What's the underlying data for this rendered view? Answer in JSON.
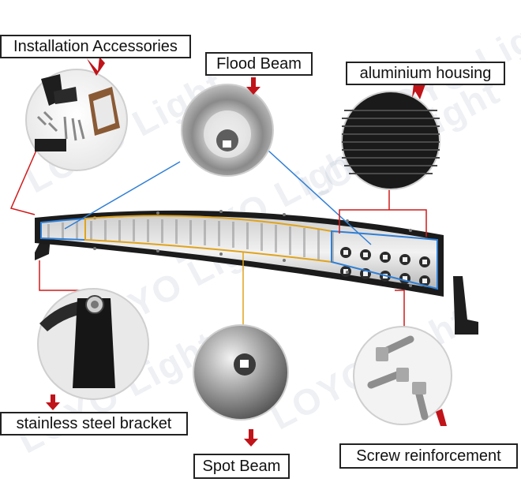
{
  "labels": {
    "installation_accessories": "Installation Accessories",
    "flood_beam": "Flood Beam",
    "aluminium_housing": "aluminium housing",
    "stainless_steel_bracket": "stainless steel bracket",
    "spot_beam": "Spot Beam",
    "screw_reinforcement": "Screw reinforcement"
  },
  "watermark": "LOYO Light",
  "colors": {
    "arrow_red": "#c0141a",
    "callout_red": "#d11a1a",
    "callout_blue": "#2f7fd6",
    "callout_amber": "#e0a31c",
    "housing_black": "#1b1b1b"
  }
}
